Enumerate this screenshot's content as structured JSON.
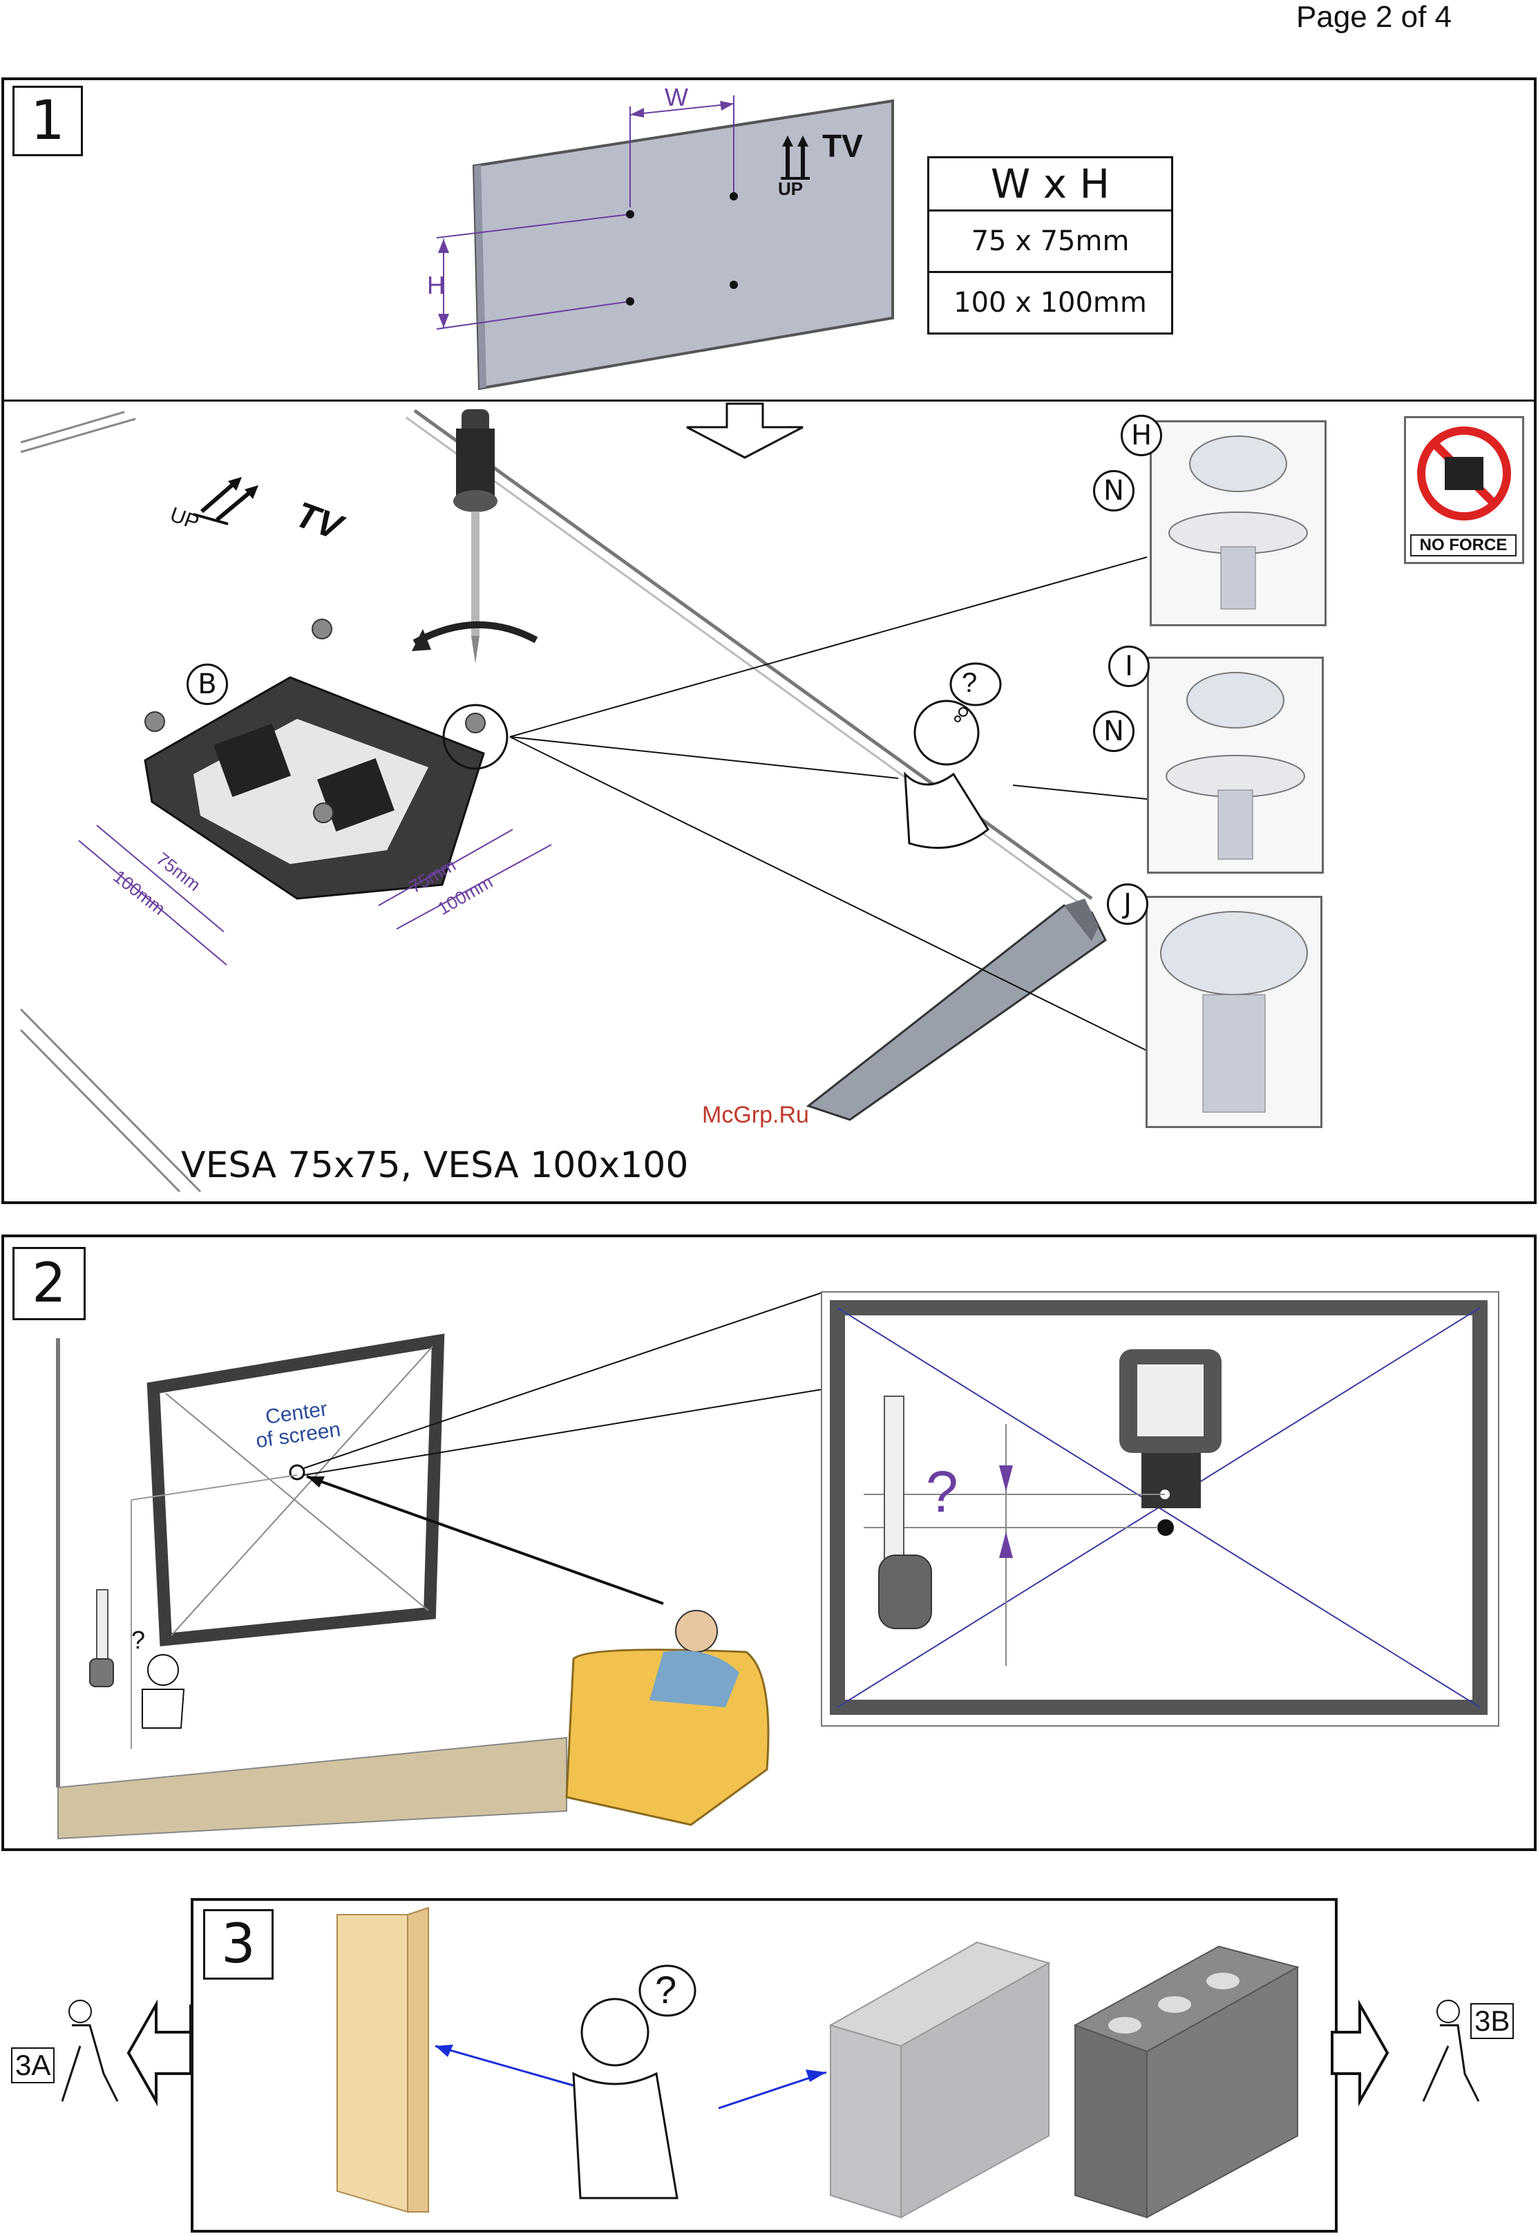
{
  "page_label": "Page 2 of 4",
  "step1": {
    "number": "1",
    "tv_diagram": {
      "w_label": "W",
      "h_label": "H",
      "up_label": "UP",
      "tv_label": "TV"
    },
    "size_table": {
      "header": "W x H",
      "rows": [
        "75 x 75mm",
        "100 x 100mm"
      ]
    },
    "mount_diagram": {
      "up_label": "UP",
      "tv_label": "TV",
      "bracket_callout": "B",
      "dims": [
        "75mm",
        "100mm",
        "75mm",
        "100mm"
      ]
    },
    "screws": [
      {
        "callouts": [
          "H",
          "N"
        ]
      },
      {
        "callouts": [
          "I",
          "N"
        ]
      },
      {
        "callouts": [
          "J"
        ]
      }
    ],
    "no_force_label": "NO FORCE",
    "vesa_caption": "VESA 75x75, VESA 100x100",
    "watermark": "McGrp.Ru"
  },
  "step2": {
    "number": "2",
    "center_label_line1": "Center",
    "center_label_line2": "of screen",
    "question_mark": "?"
  },
  "step3": {
    "number": "3",
    "left_target": "3A",
    "right_target": "3B",
    "question_mark": "?"
  },
  "colors": {
    "accent": "#6a3fa0",
    "arrow_blue": "#1a2ed8",
    "line": "#111111",
    "tv_gray": "#b9bcc9"
  }
}
